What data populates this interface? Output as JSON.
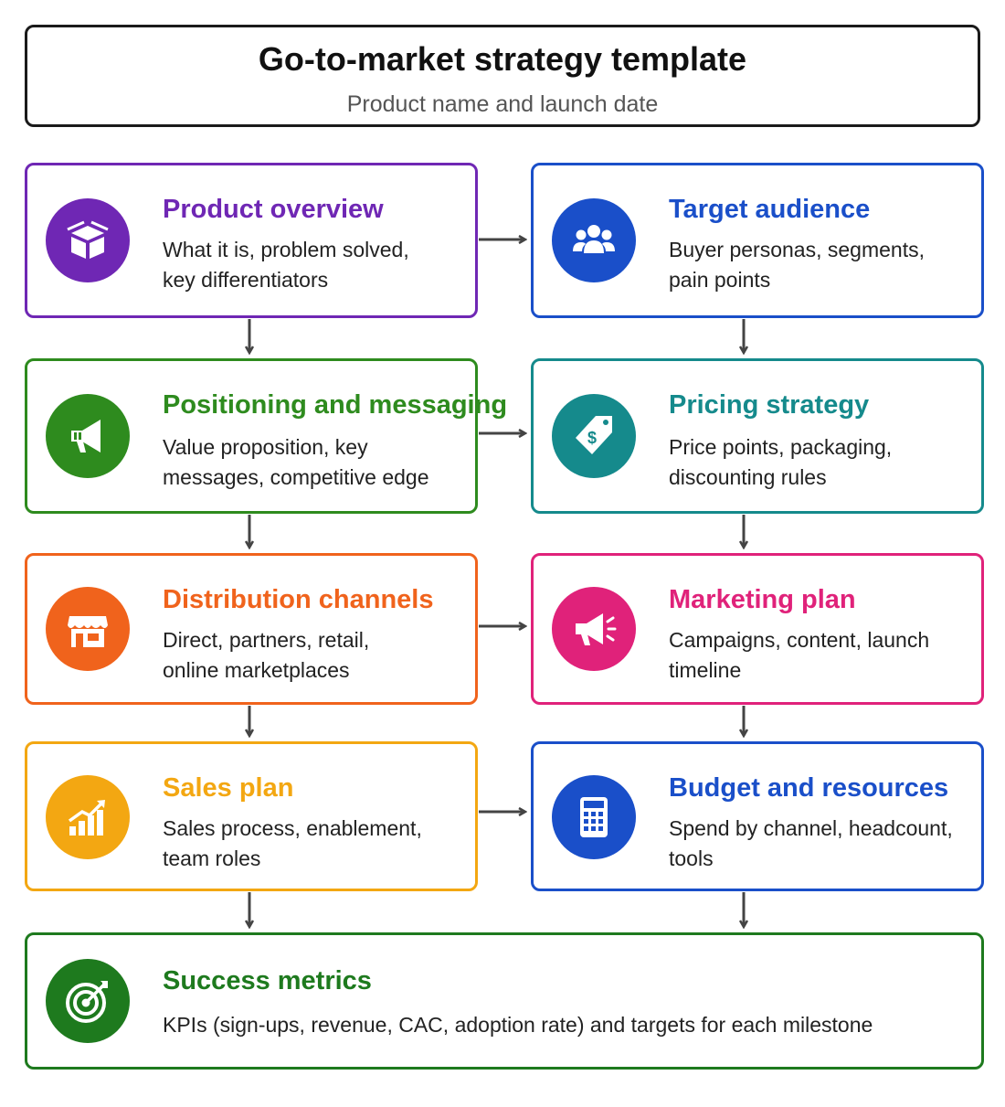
{
  "header": {
    "title": "Go-to-market strategy template",
    "subtitle": "Product name and launch date"
  },
  "colors": {
    "purple": "#6f27b4",
    "blue": "#1a4fc9",
    "green": "#2e8b1e",
    "teal": "#158a8c",
    "orange": "#f0631c",
    "pink": "#e0227a",
    "yellow": "#f3a712",
    "darkgreen": "#1e7a1e",
    "arrow": "#444444"
  },
  "cards": {
    "product_overview": {
      "title": "Product overview",
      "desc1": "What it is, problem solved,",
      "desc2": "key differentiators",
      "icon": "box-icon"
    },
    "target_audience": {
      "title": "Target audience",
      "desc1": "Buyer personas, segments,",
      "desc2": "pain points",
      "icon": "users-icon"
    },
    "positioning": {
      "title": "Positioning and messaging",
      "desc1": "Value proposition, key",
      "desc2": "messages, competitive edge",
      "icon": "megaphone-icon"
    },
    "pricing": {
      "title": "Pricing strategy",
      "desc1": "Price points, packaging,",
      "desc2": "discounting rules",
      "icon": "price-tag-icon"
    },
    "distribution": {
      "title": "Distribution channels",
      "desc1": "Direct, partners, retail,",
      "desc2": "online marketplaces",
      "icon": "storefront-icon"
    },
    "marketing": {
      "title": "Marketing plan",
      "desc1": "Campaigns, content, launch",
      "desc2": "timeline",
      "icon": "megaphone-icon"
    },
    "sales": {
      "title": "Sales plan",
      "desc1": "Sales process, enablement,",
      "desc2": "team roles",
      "icon": "growth-chart-icon"
    },
    "budget": {
      "title": "Budget and resources",
      "desc1": "Spend by channel, headcount,",
      "desc2": "tools",
      "icon": "calculator-icon"
    },
    "success": {
      "title": "Success metrics",
      "desc1": "KPIs (sign-ups, revenue, CAC, adoption rate) and targets for each milestone",
      "icon": "target-icon"
    }
  }
}
